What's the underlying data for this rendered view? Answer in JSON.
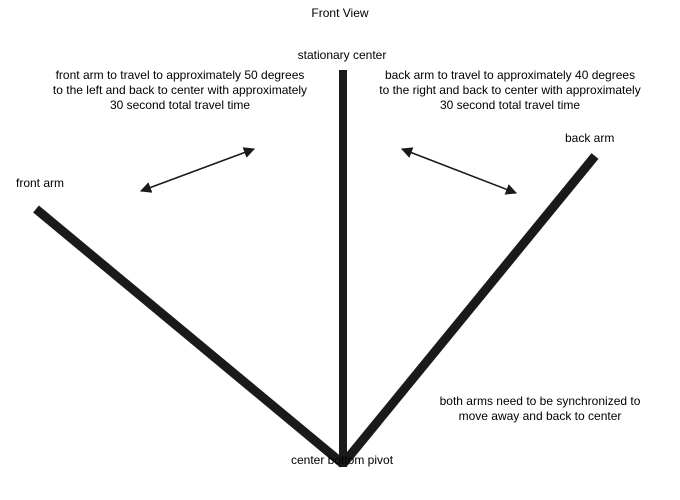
{
  "title": "Front View",
  "labels": {
    "stationary_center": "stationary center",
    "front_arm": "front arm",
    "back_arm": "back arm",
    "center_bottom_pivot": "center bottom pivot"
  },
  "notes": {
    "front_arm_motion": [
      "front arm to travel to approximately 50 degrees",
      "to the left and back to center with approximately",
      "30 second total travel time"
    ],
    "back_arm_motion": [
      "back arm to travel to approximately 40 degrees",
      "to the right and back to center with approximately",
      "30 second total travel time"
    ],
    "synchronization": [
      "both arms need to be synchronized to",
      "move away and back to center"
    ]
  },
  "colors": {
    "stroke": "#1a1a1a",
    "background": "#ffffff"
  }
}
